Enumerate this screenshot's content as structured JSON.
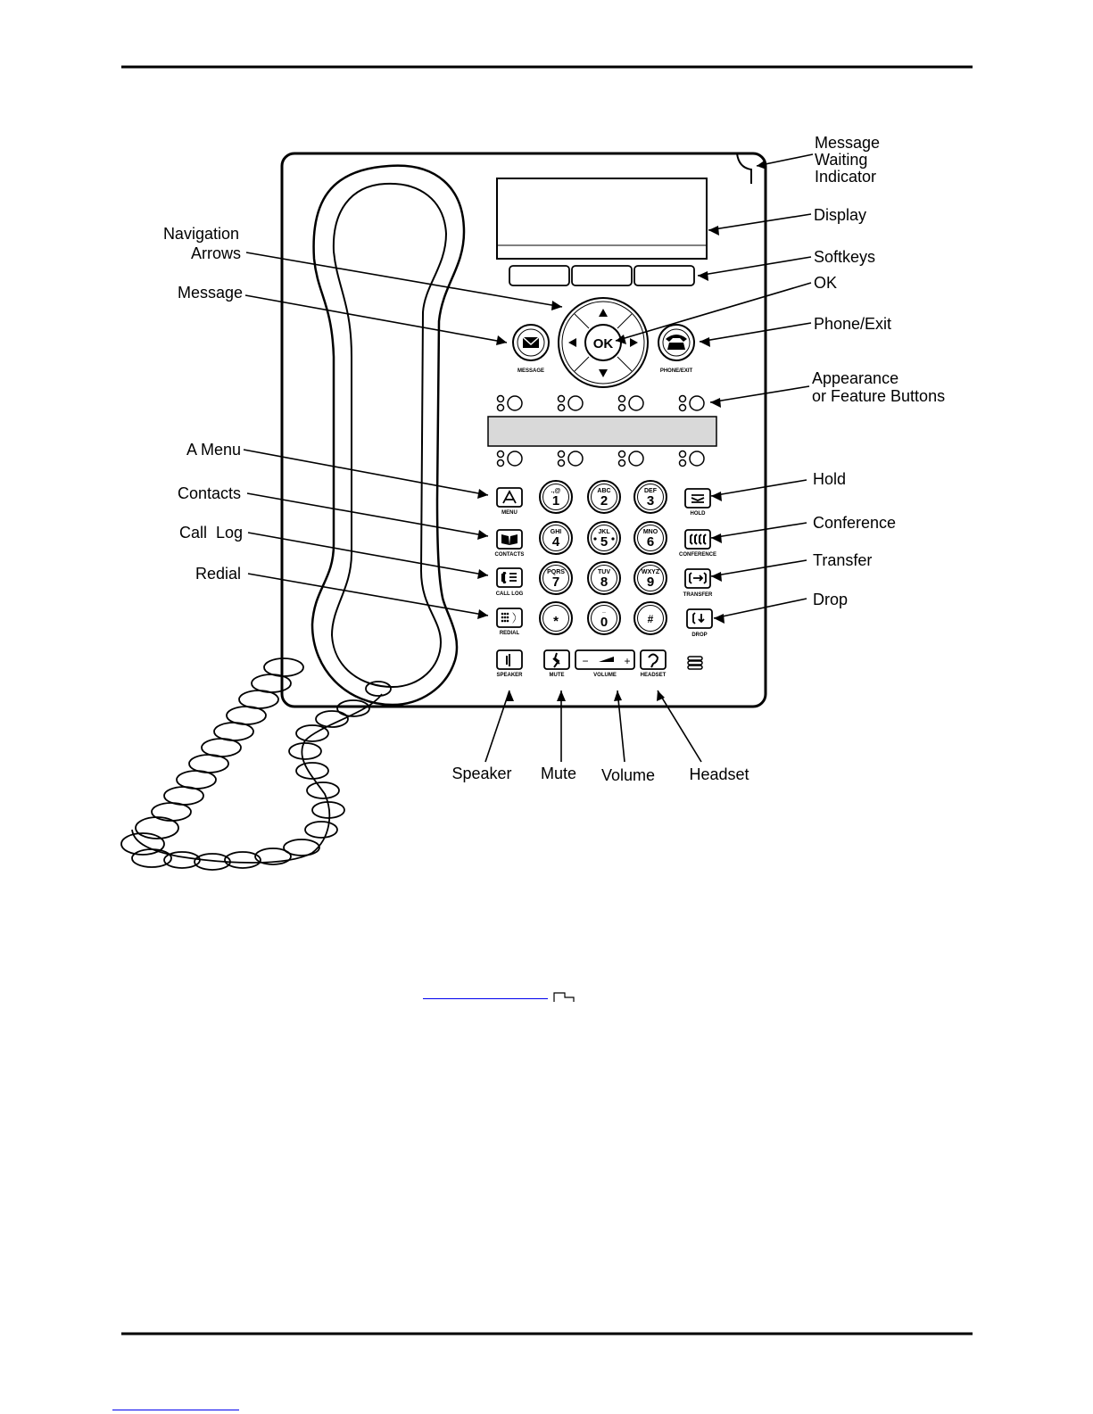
{
  "callouts": {
    "message_waiting_indicator": [
      "Message",
      "Waiting",
      "Indicator"
    ],
    "display": "Display",
    "softkeys": "Softkeys",
    "ok": "OK",
    "phone_exit": "Phone/Exit",
    "appearance_feature_buttons": [
      "Appearance",
      "or Feature Buttons"
    ],
    "navigation_arrows": [
      "Navigation",
      "Arrows"
    ],
    "message": "Message",
    "a_menu": "A Menu",
    "contacts": "Contacts",
    "call_log": "Call  Log",
    "redial": "Redial",
    "hold": "Hold",
    "conference": "Conference",
    "transfer": "Transfer",
    "drop": "Drop",
    "speaker": "Speaker",
    "mute": "Mute",
    "volume": "Volume",
    "headset": "Headset"
  },
  "phone_labels": {
    "message": "MESSAGE",
    "phone_exit": "PHONE/EXIT",
    "ok": "OK",
    "menu": "MENU",
    "contacts": "CONTACTS",
    "call_log": "CALL LOG",
    "redial": "REDIAL",
    "hold": "HOLD",
    "conference": "CONFERENCE",
    "transfer": "TRANSFER",
    "drop": "DROP",
    "speaker": "SPEAKER",
    "mute": "MUTE",
    "volume": "VOLUME",
    "headset": "HEADSET",
    "volume_minus": "−",
    "volume_plus": "+"
  },
  "keypad": [
    {
      "digit": "1",
      "letters": ".,@"
    },
    {
      "digit": "2",
      "letters": "ABC"
    },
    {
      "digit": "3",
      "letters": "DEF"
    },
    {
      "digit": "4",
      "letters": "GHI"
    },
    {
      "digit": "5",
      "letters": "JKL"
    },
    {
      "digit": "6",
      "letters": "MNO"
    },
    {
      "digit": "7",
      "letters": "PQRS"
    },
    {
      "digit": "8",
      "letters": "TUV"
    },
    {
      "digit": "9",
      "letters": "WXYZ"
    },
    {
      "digit": "*",
      "letters": ""
    },
    {
      "digit": "0",
      "letters": "_"
    },
    {
      "digit": "#",
      "letters": ""
    }
  ]
}
